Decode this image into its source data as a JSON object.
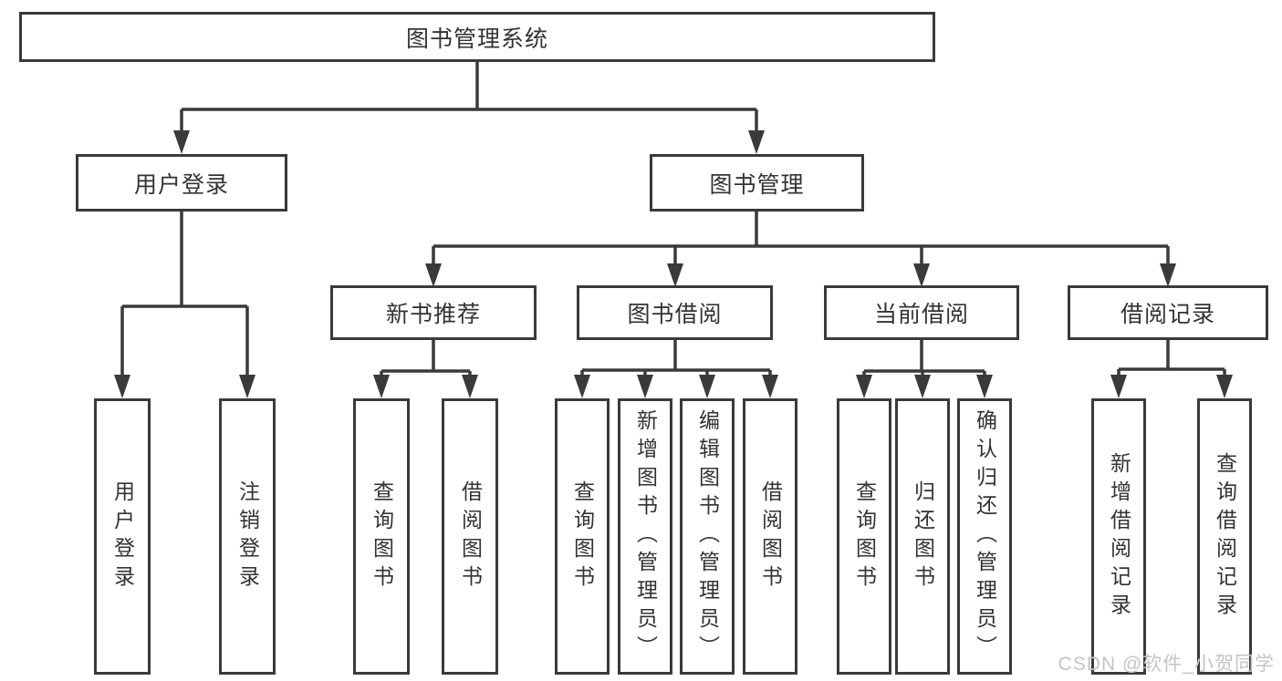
{
  "diagram": {
    "tree": {
      "label": "图书管理系统",
      "children": [
        {
          "label": "用户登录",
          "children": [
            {
              "label": "用户登录"
            },
            {
              "label": "注销登录"
            }
          ]
        },
        {
          "label": "图书管理",
          "children": [
            {
              "label": "新书推荐",
              "children": [
                {
                  "label": "查询图书"
                },
                {
                  "label": "借阅图书"
                }
              ]
            },
            {
              "label": "图书借阅",
              "children": [
                {
                  "label": "查询图书"
                },
                {
                  "label": "新增图书（管理员）"
                },
                {
                  "label": "编辑图书（管理员）"
                },
                {
                  "label": "借阅图书"
                }
              ]
            },
            {
              "label": "当前借阅",
              "children": [
                {
                  "label": "查询图书"
                },
                {
                  "label": "归还图书"
                },
                {
                  "label": "确认归还（管理员）"
                }
              ]
            },
            {
              "label": "借阅记录",
              "children": [
                {
                  "label": "新增借阅记录"
                },
                {
                  "label": "查询借阅记录"
                }
              ]
            }
          ]
        }
      ]
    }
  },
  "watermark": "CSDN @软件_小贺同学",
  "colors": {
    "line": "#3a3a3a",
    "text": "#333333",
    "watermark": "#c4c4c4",
    "background": "#ffffff"
  }
}
